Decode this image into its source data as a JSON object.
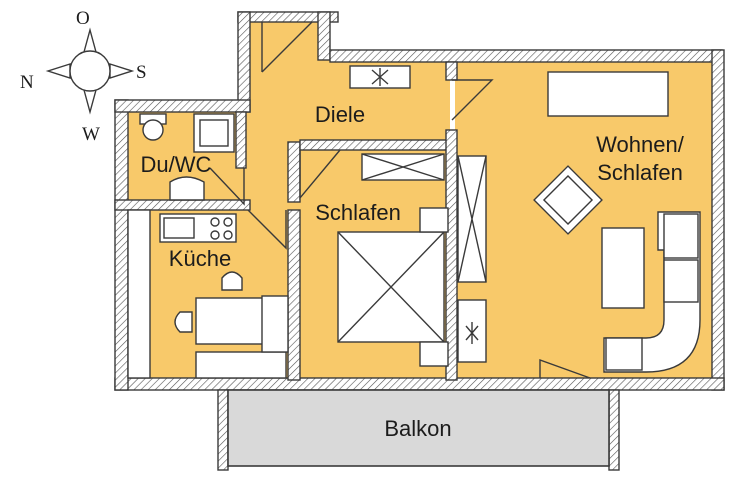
{
  "compass": {
    "north": "N",
    "east": "O",
    "south": "S",
    "west": "W"
  },
  "rooms": {
    "diele": "Diele",
    "du_wc": "Du/WC",
    "kueche": "Küche",
    "schlafen": "Schlafen",
    "wohnen_line1": "Wohnen/",
    "wohnen_line2": "Schlafen"
  },
  "balcony": "Balkon",
  "colors": {
    "room_fill": "#f8c96a",
    "balcony_fill": "#d9d9d9",
    "wall_stroke": "#3a3a3a"
  }
}
